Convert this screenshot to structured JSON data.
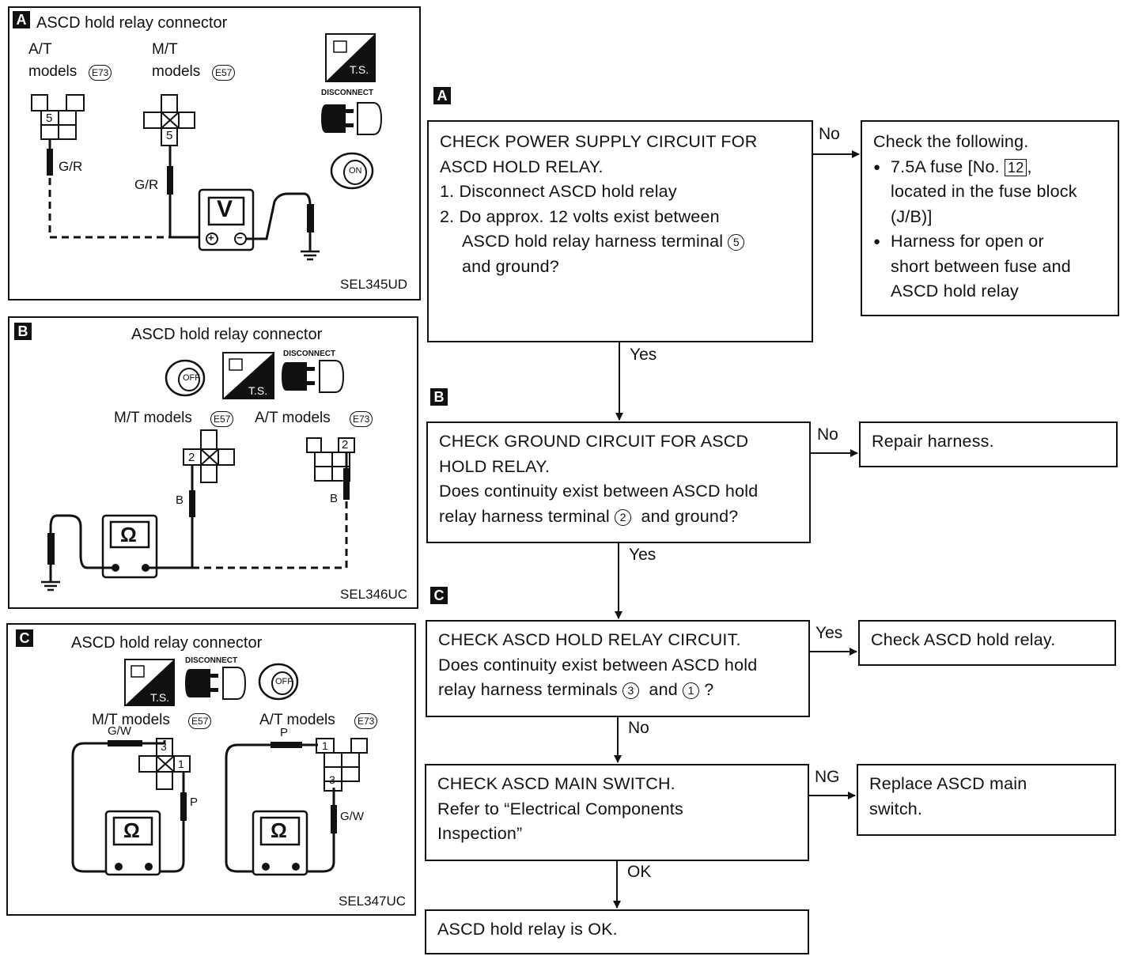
{
  "panels": {
    "a": {
      "letter": "A",
      "title": "ASCD  hold  relay  connector",
      "at_line1": "A/T",
      "at_line2": "models",
      "at_conn": "E73",
      "mt_line1": "M/T",
      "mt_line2": "models",
      "mt_conn": "E57",
      "terminal_at": "5",
      "terminal_mt": "5",
      "wire_at": "G/R",
      "wire_mt": "G/R",
      "meter": "V",
      "plus": "+",
      "minus": "−",
      "ts": "T.S.",
      "disconnect": "DISCONNECT",
      "key": "ON",
      "code": "SEL345UD"
    },
    "b": {
      "letter": "B",
      "title": "ASCD hold relay connector",
      "mt_label": "M/T models",
      "mt_conn": "E57",
      "at_label": "A/T models",
      "at_conn": "E73",
      "terminal_mt": "2",
      "terminal_at": "2",
      "wire_mt": "B",
      "wire_at": "B",
      "meter": "Ω",
      "ts": "T.S.",
      "disconnect": "DISCONNECT",
      "key": "OFF",
      "code": "SEL346UC"
    },
    "c": {
      "letter": "C",
      "title": "ASCD hold relay connector",
      "mt_label": "M/T models",
      "mt_conn": "E57",
      "at_label": "A/T models",
      "at_conn": "E73",
      "mt_t3": "3",
      "mt_t1": "1",
      "at_t1": "1",
      "at_t3": "3",
      "wire_gw1": "G/W",
      "wire_p1": "P",
      "wire_p2": "P",
      "wire_gw2": "G/W",
      "meter": "Ω",
      "ts": "T.S.",
      "disconnect": "DISCONNECT",
      "key": "OFF",
      "code": "SEL347UC"
    }
  },
  "flow": {
    "tag_a": "A",
    "tag_b": "B",
    "tag_c": "C",
    "step_a": {
      "l1": "CHECK POWER SUPPLY CIRCUIT FOR",
      "l2": "ASCD HOLD RELAY.",
      "l3": "1. Disconnect ASCD hold relay",
      "l4": "2. Do approx. 12 volts exist between",
      "l5": "ASCD hold relay harness terminal",
      "l5_terminal": "5",
      "l6": "and ground?"
    },
    "no_a": "No",
    "result_a": {
      "l1": "Check the following.",
      "l2a": "7.5A fuse [No.",
      "l2_num": "12",
      "l2b": ",",
      "l3": "located in the fuse block",
      "l4": "(J/B)]",
      "l5": "Harness for open or",
      "l6": "short between fuse and",
      "l7": "ASCD hold relay"
    },
    "yes_a": "Yes",
    "step_b": {
      "l1": "CHECK GROUND CIRCUIT FOR ASCD",
      "l2": "HOLD RELAY.",
      "l3": "Does continuity exist between ASCD hold",
      "l4a": "relay harness terminal",
      "l4_terminal": "2",
      "l4b": "and ground?"
    },
    "no_b": "No",
    "result_b": "Repair harness.",
    "yes_b": "Yes",
    "step_c": {
      "l1": "CHECK ASCD HOLD RELAY CIRCUIT.",
      "l2": "Does continuity exist between ASCD hold",
      "l3a": "relay harness terminals",
      "l3_t1": "3",
      "l3_and": "and",
      "l3_t2": "1",
      "l3b": "?"
    },
    "yes_c": "Yes",
    "result_c": "Check ASCD hold relay.",
    "no_c": "No",
    "step_d": {
      "l1": "CHECK ASCD MAIN SWITCH.",
      "l2": "Refer to “Electrical Components",
      "l3": "Inspection”"
    },
    "ng_d": "NG",
    "result_d": {
      "l1": "Replace ASCD main",
      "l2": "switch."
    },
    "ok_d": "OK",
    "final": "ASCD hold relay is OK."
  }
}
